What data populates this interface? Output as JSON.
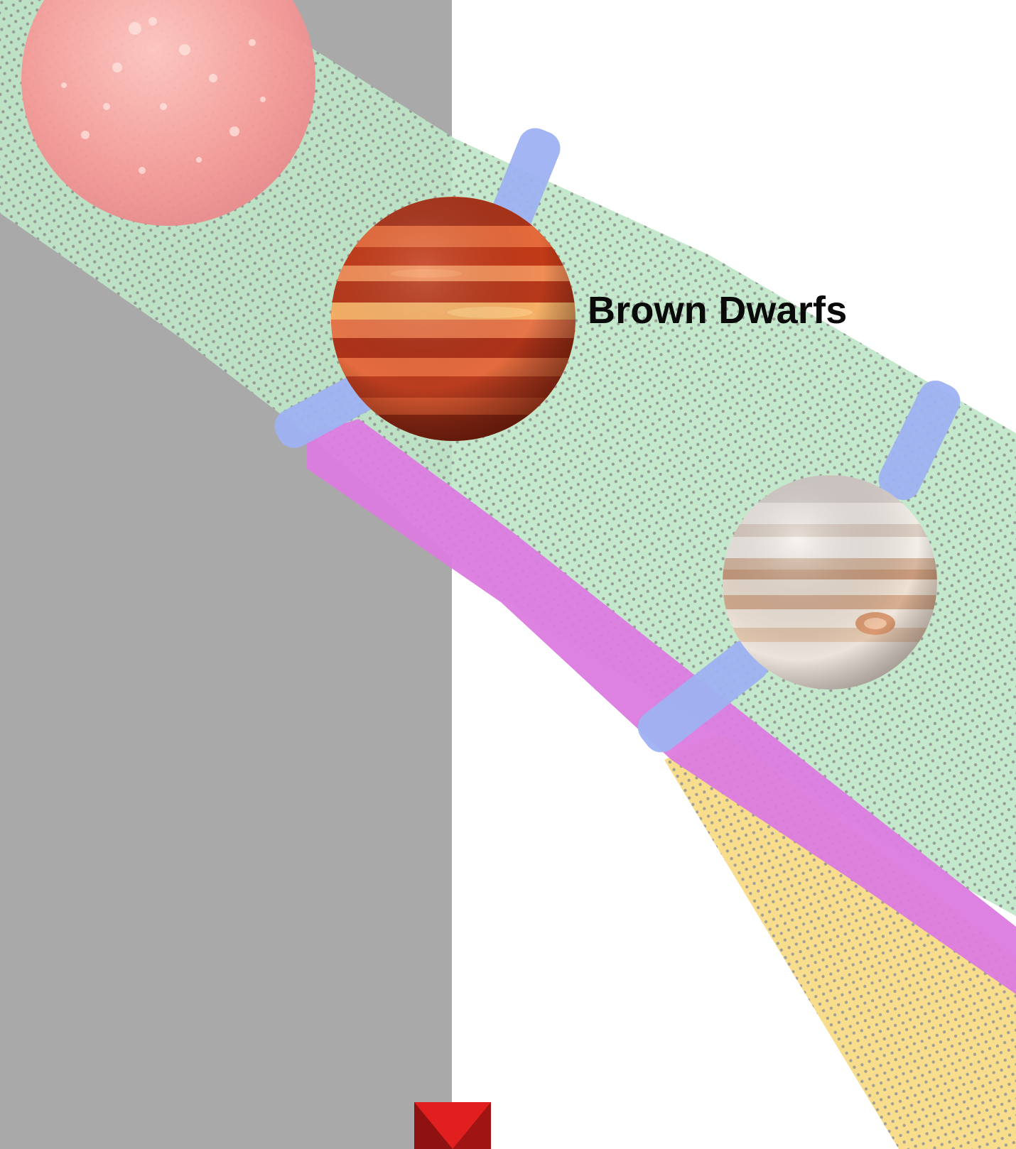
{
  "diagram": {
    "labels": {
      "brown_dwarfs": "Brown Dwarfs"
    },
    "objects": [
      {
        "id": "star",
        "icon": "star-icon"
      },
      {
        "id": "brown-dwarf",
        "icon": "brown-dwarf-planet-icon"
      },
      {
        "id": "jupiter",
        "icon": "jupiter-planet-icon"
      },
      {
        "id": "marker",
        "icon": "red-arrow-marker-icon"
      }
    ],
    "colors": {
      "left_panel": "#a9a9a9",
      "green_band": "#bfe6c7",
      "blue_bars": "#9fb2f2",
      "magenta_band": "#dc7be0",
      "yellow_band": "#f7dd8c",
      "dots": "#8f8f8f",
      "star": "#f6a3a3",
      "brown_dwarf": "#d2431b",
      "jupiter": "#e6dbd2",
      "marker": "#e02020"
    }
  }
}
